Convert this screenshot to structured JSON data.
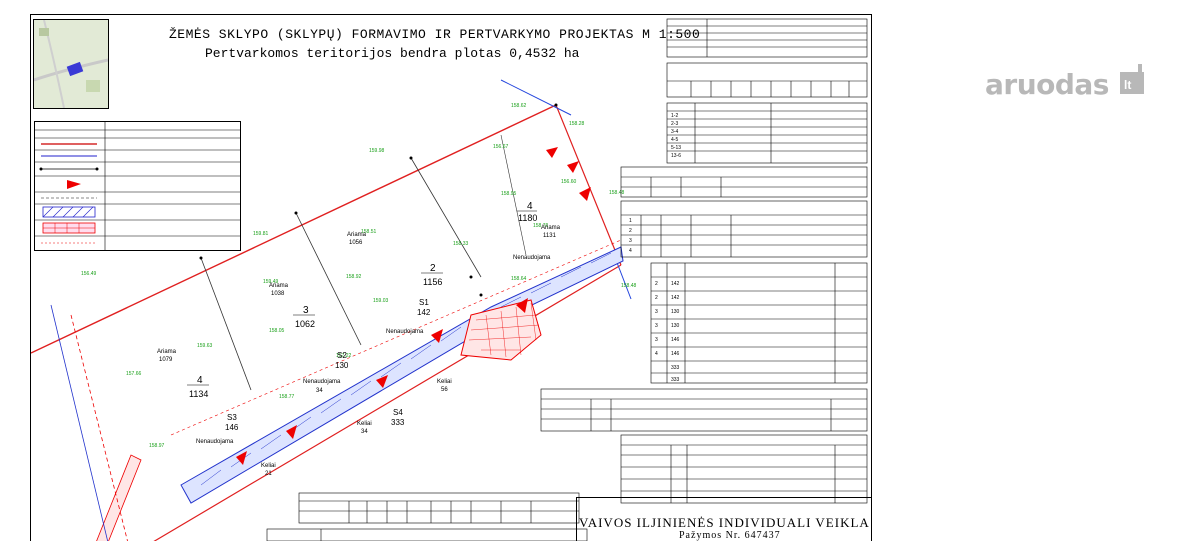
{
  "title": "ŽEMĖS SKLYPO (SKLYPŲ) FORMAVIMO IR PERTVARKYMO PROJEKTAS  M 1:500",
  "subtitle": "Pertvarkomos teritorijos bendra plotas 0,4532 ha",
  "watermark": "aruodas",
  "watermark_suffix": "lt",
  "footer": {
    "company": "VAIVOS ILJINIENĖS INDIVIDUALI VEIKLA",
    "certificate": "Pažymos Nr. 647437"
  },
  "parcels": [
    {
      "label": "4",
      "area": "1180"
    },
    {
      "label": "2",
      "area": "1156"
    },
    {
      "label": "3",
      "area": "1062"
    },
    {
      "label": "4",
      "area": "1134"
    },
    {
      "label": "S1",
      "area": "142"
    },
    {
      "label": "S2",
      "area": "130"
    },
    {
      "label": "S3",
      "area": "146"
    },
    {
      "label": "S4",
      "area": "333"
    }
  ],
  "names": {
    "ariama_1131": "Ariama",
    "n1131": "1131",
    "ariama_1056": "Ariama",
    "n1056": "1056",
    "ariama_1038": "Ariama",
    "n1038": "1038",
    "ariama_1079": "Ariama",
    "n1079": "1079",
    "nenaudojama_a": "Nenaudojama",
    "nenaudojama_b": "Nenaudojama",
    "nenaudojama_c": "Nenaudojama",
    "nenaudojama_d": "Nenaudojama",
    "keliai_56": "Keliai",
    "n56": "56",
    "keliai_34": "Keliai",
    "n34": "34",
    "n34b": "34",
    "keliai_21": "Keliai",
    "n21": "21"
  },
  "elevations": [
    "158.62",
    "158.28",
    "156.67",
    "159.98",
    "156.60",
    "158.48",
    "159.81",
    "158.51",
    "158.95",
    "158.76",
    "158.33",
    "156.49",
    "159.49",
    "158.64",
    "158.48",
    "158.92",
    "159.03",
    "159.63",
    "158.05",
    "157.22",
    "157.66",
    "158.77",
    "158.97"
  ],
  "tables": {
    "right_top_rows": [
      "1-2",
      "2-3",
      "3-4",
      "4-5",
      "5-13",
      "13-6"
    ],
    "parcel_plan_rows": [
      "1",
      "2",
      "3",
      "4"
    ],
    "servitude_rows": [
      "2",
      "2",
      "3",
      "3",
      "3",
      "4"
    ],
    "servitude_areas": [
      "142",
      "142",
      "130",
      "130",
      "146",
      "146",
      "333",
      "333"
    ]
  }
}
